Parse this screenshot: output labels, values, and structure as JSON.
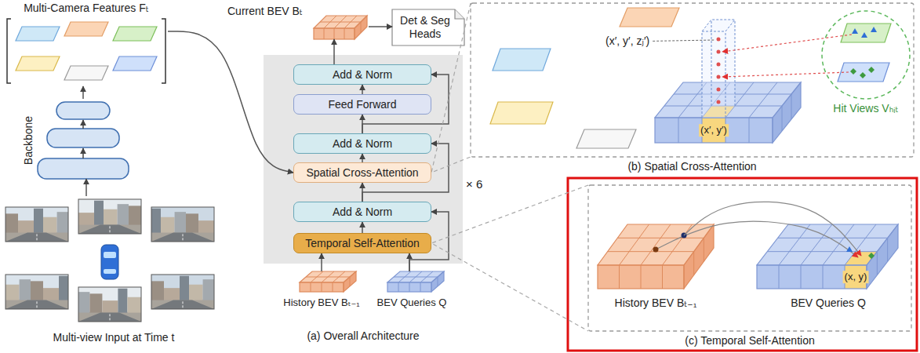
{
  "diagram": {
    "nodes": [
      {
        "text": [
          "Multi-Camera Features Fₜ"
        ]
      },
      {
        "text": [
          "Backbone"
        ]
      },
      {
        "text": [
          "Multi-view Input at Time t"
        ]
      },
      {
        "text": [
          "Current BEV Bₜ"
        ]
      },
      {
        "text": [
          "Det & Seg Heads"
        ]
      },
      {
        "text": [
          "× 6"
        ]
      },
      {
        "text": [
          "Add & Norm"
        ],
        "in": 5
      },
      {
        "text": [
          "Feed Forward"
        ],
        "in": 5
      },
      {
        "text": [
          "Add & Norm"
        ],
        "in": 5
      },
      {
        "text": [
          "Spatial Cross-Attention"
        ],
        "in": 5
      },
      {
        "text": [
          "Add & Norm"
        ],
        "in": 5
      },
      {
        "text": [
          "Temporal Self-Attention"
        ],
        "in": 5
      },
      {
        "text": [
          "History BEV Bₜ₋₁"
        ]
      },
      {
        "text": [
          "BEV Queries Q"
        ]
      },
      {
        "text": [
          "(b) Spatial Cross-Attention"
        ]
      },
      {
        "text": [
          "Hit Views Vₕᵢₜ"
        ],
        "in": 14
      },
      {
        "text": [
          "(c) Temporal Self-Attention"
        ]
      },
      {
        "text": [
          "History BEV Bₜ₋₁"
        ],
        "in": 16
      },
      {
        "text": [
          "BEV Queries Q"
        ],
        "in": 16
      }
    ],
    "edges": [
      {
        "from": 2,
        "to": 1,
        "arrow": "to"
      },
      {
        "from": 1,
        "to": 0,
        "arrow": "to"
      },
      {
        "from": 0,
        "to": 9,
        "arrow": "to"
      },
      {
        "from": 12,
        "to": 11,
        "arrow": "to"
      },
      {
        "from": 13,
        "to": 11,
        "arrow": "to"
      },
      {
        "from": 13,
        "to": 10,
        "arrow": "to"
      },
      {
        "from": 11,
        "to": 10,
        "arrow": "to"
      },
      {
        "from": 10,
        "to": 9,
        "arrow": "to"
      },
      {
        "from": 10,
        "to": 8,
        "arrow": "to"
      },
      {
        "from": 9,
        "to": 8,
        "arrow": "to"
      },
      {
        "from": 8,
        "to": 7,
        "arrow": "to"
      },
      {
        "from": 8,
        "to": 6,
        "arrow": "to"
      },
      {
        "from": 7,
        "to": 6,
        "arrow": "to"
      },
      {
        "from": 6,
        "to": 3,
        "arrow": "to"
      },
      {
        "from": 3,
        "to": 4,
        "arrow": "to"
      },
      {
        "from": 9,
        "to": 14,
        "arrow": "none"
      },
      {
        "from": 11,
        "to": 16,
        "arrow": "none"
      },
      {
        "from": 17,
        "to": 18,
        "arrow": "to"
      }
    ],
    "labels": [
      "(a) Overall Architecture",
      "(x′, y′, zⱼ′)",
      "(x′, y′)",
      "(x, y)"
    ]
  }
}
